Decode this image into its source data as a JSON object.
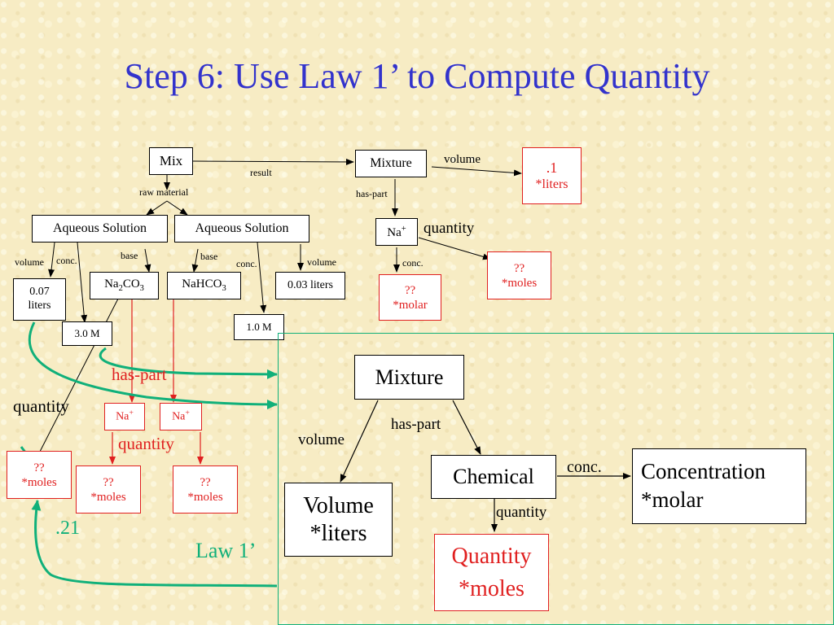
{
  "slide": {
    "title": "Step 6: Use Law 1’ to Compute Quantity"
  },
  "top_graph": {
    "mix": "Mix",
    "result": "result",
    "raw_material": "raw material",
    "mixture": "Mixture",
    "volume": "volume",
    "mixture_volume_value": ".1",
    "mixture_volume_unit": "*liters",
    "has_part": "has-part",
    "na_plus": "Na+",
    "quantity": "quantity",
    "conc": "conc.",
    "unknown": "??",
    "moles": "*moles",
    "molar": "*molar"
  },
  "left_solution": {
    "label": "Aqueous Solution",
    "volume": "volume",
    "conc": "conc.",
    "base": "base",
    "volume_value_line1": "0.07",
    "volume_value_line2": "liters",
    "conc_value": "3.0 M",
    "chemical_main": "Na",
    "chemical_sub1": "2",
    "chemical_mid": "CO",
    "chemical_sub2": "3"
  },
  "right_solution": {
    "label": "Aqueous Solution",
    "base": "base",
    "conc": "conc.",
    "volume": "volume",
    "chemical_main": "NaHCO",
    "chemical_sub": "3",
    "volume_value": "0.03 liters",
    "conc_value": "1.0 M"
  },
  "lower_left": {
    "has_part": "has-part",
    "quantity_black": "quantity",
    "quantity_red": "quantity",
    "na_plus_1": "Na+",
    "na_plus_2": "Na+",
    "unknown": "??",
    "moles": "*moles",
    "result_value": ".21",
    "law_label": "Law 1’"
  },
  "law_diagram": {
    "mixture": "Mixture",
    "volume_label": "volume",
    "has_part": "has-part",
    "volume_box_line1": "Volume",
    "volume_box_line2": "*liters",
    "chemical": "Chemical",
    "conc": "conc.",
    "concentration_line1": "Concentration",
    "concentration_line2": "*molar",
    "quantity_label": "quantity",
    "quantity_line1": "Quantity",
    "quantity_line2": "*moles"
  },
  "colors": {
    "title_blue": "#3333cc",
    "red": "#e02020",
    "green": "#10b07a",
    "background": "#f7ecc4"
  }
}
